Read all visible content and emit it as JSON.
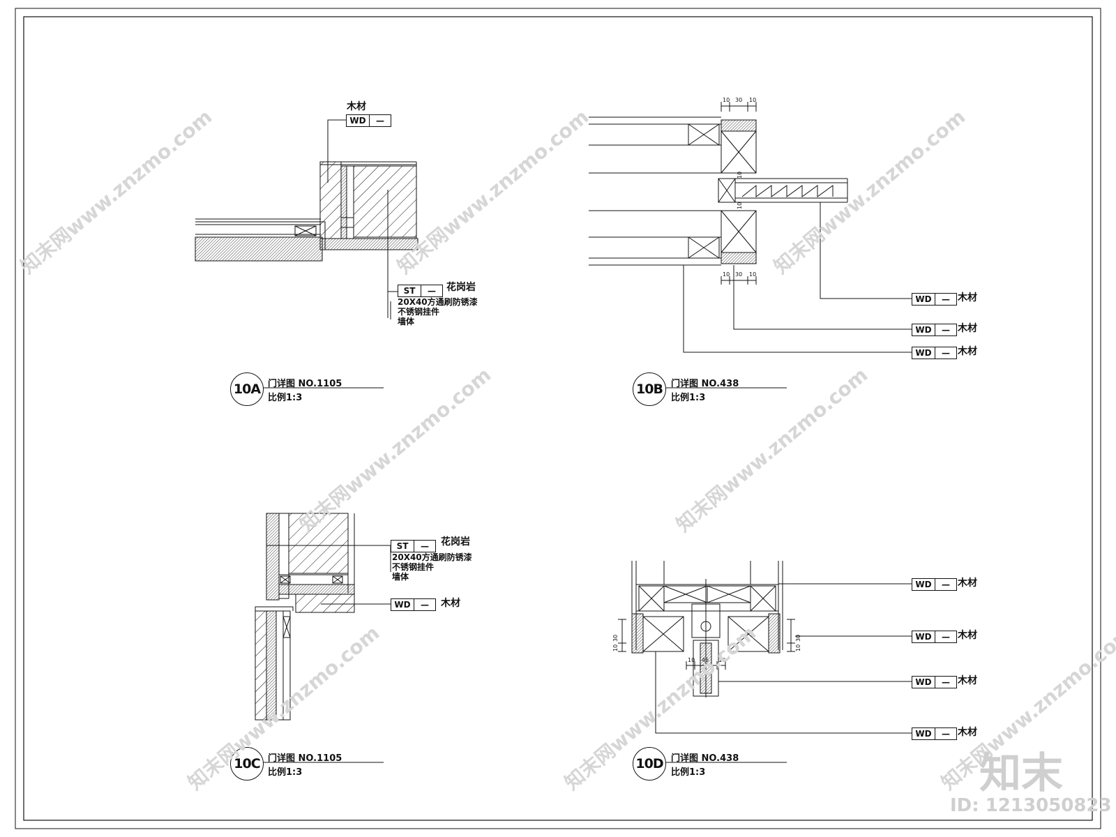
{
  "sheet": {
    "details": [
      {
        "id": "10A",
        "title": "门详图 NO.1105",
        "scale": "比例1:3",
        "tags": [
          {
            "code": "WD",
            "dash": "—",
            "material": "木材"
          },
          {
            "code": "ST",
            "dash": "—",
            "material": "花岗岩"
          }
        ],
        "notes": [
          "20X40方通刷防锈漆",
          "不锈钢挂件",
          "墙体"
        ]
      },
      {
        "id": "10B",
        "title": "门详图 NO.438",
        "scale": "比例1:3",
        "tags": [
          {
            "code": "WD",
            "dash": "—",
            "material": "木材"
          },
          {
            "code": "WD",
            "dash": "—",
            "material": "木材"
          },
          {
            "code": "WD",
            "dash": "—",
            "material": "木材"
          }
        ],
        "dims_top": [
          "10",
          "30",
          "10"
        ],
        "dims_bottom": [
          "10",
          "30",
          "10"
        ],
        "dims_side": [
          "10",
          "10"
        ]
      },
      {
        "id": "10C",
        "title": "门详图 NO.1105",
        "scale": "比例1:3",
        "tags": [
          {
            "code": "ST",
            "dash": "—",
            "material": "花岗岩"
          },
          {
            "code": "WD",
            "dash": "—",
            "material": "木材"
          }
        ],
        "notes": [
          "20X40方通刷防锈漆",
          "不锈钢挂件",
          "墙体"
        ]
      },
      {
        "id": "10D",
        "title": "门详图 NO.438",
        "scale": "比例1:3",
        "tags": [
          {
            "code": "WD",
            "dash": "—",
            "material": "木材"
          },
          {
            "code": "WD",
            "dash": "—",
            "material": "木材"
          },
          {
            "code": "WD",
            "dash": "—",
            "material": "木材"
          },
          {
            "code": "WD",
            "dash": "—",
            "material": "木材"
          }
        ],
        "dims_left": [
          "30",
          "10"
        ],
        "dims_right": [
          "30",
          "10"
        ],
        "dims_bottom": [
          "10",
          "45",
          "10"
        ]
      }
    ]
  },
  "watermark": {
    "text": "知末网www.znzmo.com",
    "brand": "知末",
    "id": "ID: 1213050823"
  }
}
